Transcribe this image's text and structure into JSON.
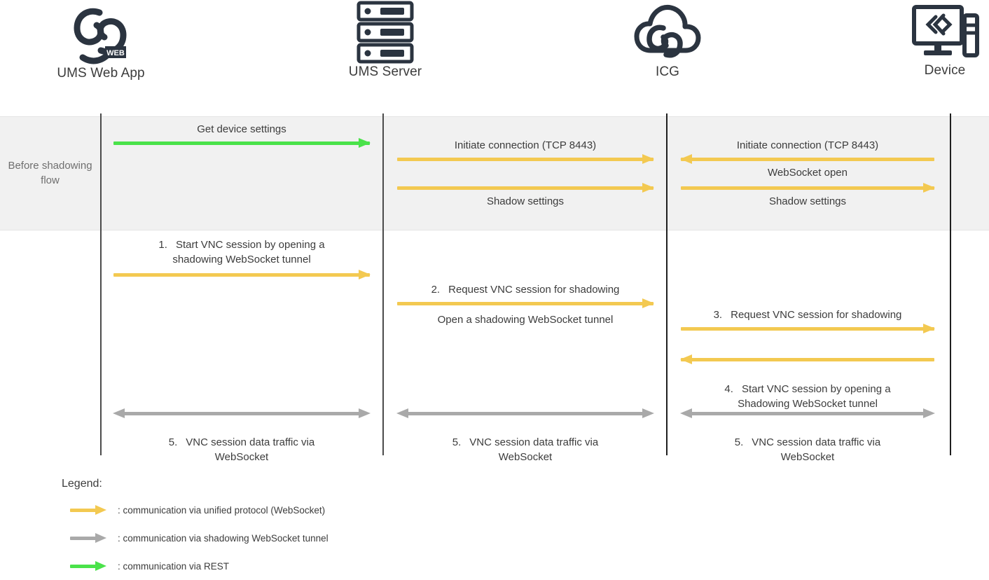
{
  "actors": [
    {
      "id": "ums-web-app",
      "label": "UMS Web App",
      "icon": "ums-web-logo-icon"
    },
    {
      "id": "ums-server",
      "label": "UMS Server",
      "icon": "server-rack-icon"
    },
    {
      "id": "icg",
      "label": "ICG",
      "icon": "cloud-gateway-icon"
    },
    {
      "id": "device",
      "label": "Device",
      "icon": "desktop-device-icon"
    }
  ],
  "band": {
    "label": "Before shadowing flow"
  },
  "colors": {
    "yellow": "#f3c951",
    "gray": "#a9a9a9",
    "green": "#4ae24a",
    "band_bg": "#f1f1f1",
    "lifeline": "#4b4b4b",
    "text": "#3c3c3c"
  },
  "messages": [
    {
      "id": "get-device-settings",
      "from": "ums-web-app",
      "to": "ums-server",
      "direction": "right",
      "color": "green",
      "label_above": "Get device settings",
      "label_below": ""
    },
    {
      "id": "initiate-connection-server",
      "from": "ums-server",
      "to": "icg",
      "direction": "right",
      "color": "yellow",
      "label_above": "Initiate connection (TCP 8443)",
      "label_below": ""
    },
    {
      "id": "shadow-settings-server",
      "from": "ums-server",
      "to": "icg",
      "direction": "right",
      "color": "yellow",
      "label_above": "",
      "label_below": "Shadow settings"
    },
    {
      "id": "initiate-connection-device",
      "from": "device",
      "to": "icg",
      "direction": "left",
      "color": "yellow",
      "label_above": "Initiate connection (TCP 8443)",
      "label_below": "WebSocket open"
    },
    {
      "id": "shadow-settings-device",
      "from": "icg",
      "to": "device",
      "direction": "right",
      "color": "yellow",
      "label_above": "",
      "label_below": "Shadow settings"
    },
    {
      "id": "step-1-start-vnc-session",
      "from": "ums-web-app",
      "to": "ums-server",
      "direction": "right",
      "color": "yellow",
      "number": "1.",
      "label_above": "Start VNC session by opening a\nshadowing WebSocket tunnel",
      "label_below": ""
    },
    {
      "id": "step-2-request-vnc-session",
      "from": "ums-server",
      "to": "icg",
      "direction": "right",
      "color": "yellow",
      "number": "2.",
      "label_above": "Request VNC session for shadowing",
      "label_below": "Open a shadowing WebSocket tunnel"
    },
    {
      "id": "step-3-request-vnc-session",
      "from": "icg",
      "to": "device",
      "direction": "right",
      "color": "yellow",
      "number": "3.",
      "label_above": "Request VNC session for shadowing",
      "label_below": ""
    },
    {
      "id": "step-4-start-vnc-session",
      "from": "device",
      "to": "icg",
      "direction": "left",
      "color": "yellow",
      "number": "4.",
      "label_above": "",
      "label_below": "Start VNC session by opening a\nShadowing WebSocket tunnel"
    },
    {
      "id": "step-5-vnc-traffic-web-server",
      "from": "ums-web-app",
      "to": "ums-server",
      "direction": "both",
      "color": "gray",
      "number": "5.",
      "label_above": "",
      "label_below": "VNC session data traffic via\nWebSocket"
    },
    {
      "id": "step-5-vnc-traffic-server-icg",
      "from": "ums-server",
      "to": "icg",
      "direction": "both",
      "color": "gray",
      "number": "5.",
      "label_above": "",
      "label_below": "VNC session data traffic via\nWebSocket"
    },
    {
      "id": "step-5-vnc-traffic-icg-device",
      "from": "icg",
      "to": "device",
      "direction": "both",
      "color": "gray",
      "number": "5.",
      "label_above": "",
      "label_below": "VNC session data traffic via\nWebSocket"
    }
  ],
  "legend": {
    "title": "Legend:",
    "items": [
      {
        "id": "legend-unified-protocol",
        "color": "yellow",
        "text": ": communication via unified protocol (WebSocket)"
      },
      {
        "id": "legend-shadowing-tunnel",
        "color": "gray",
        "text": ": communication via shadowing WebSocket tunnel"
      },
      {
        "id": "legend-rest",
        "color": "green",
        "text": ": communication via REST"
      }
    ]
  }
}
